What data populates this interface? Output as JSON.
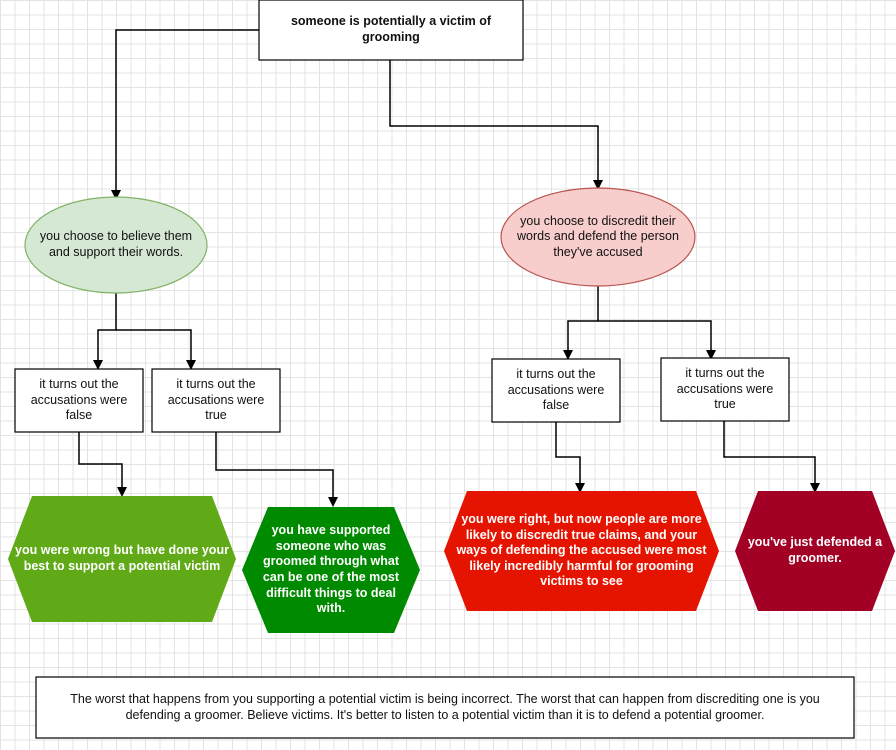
{
  "nodes": {
    "root": {
      "text": "someone is potentially a victim of grooming"
    },
    "believe": {
      "text": "you choose to believe them and support their words.",
      "fill": "#d5e8d4",
      "stroke": "#82b366"
    },
    "discredit": {
      "text": "you choose to discredit their words and defend the person they've accused",
      "fill": "#f8cecc",
      "stroke": "#b85450"
    },
    "believe_false": {
      "text": "it turns out the accusations were false"
    },
    "believe_true": {
      "text": "it turns out the accusations were true"
    },
    "discredit_false": {
      "text": "it turns out the accusations were false"
    },
    "discredit_true": {
      "text": "it turns out the accusations were true"
    },
    "outcome_wrong_support": {
      "text": "you were wrong but have done your best to support a potential victim",
      "fill": "#60a917"
    },
    "outcome_supported": {
      "text": "you have supported someone who was groomed through what can be one of the most difficult things to deal with.",
      "fill": "#008a00"
    },
    "outcome_right_harmful": {
      "text": "you were right, but now people are more likely to discredit true claims, and your ways of defending the accused were most likely incredibly harmful for grooming victims to see",
      "fill": "#e51400"
    },
    "outcome_defended_groomer": {
      "text": "you've just defended a groomer.",
      "fill": "#a20025"
    }
  },
  "footer": {
    "text": "The worst that happens from you supporting a potential victim is being incorrect. The worst that can happen from discrediting one is you defending a groomer. Believe victims. It's better to listen to a potential victim than it is to defend a potential groomer."
  }
}
